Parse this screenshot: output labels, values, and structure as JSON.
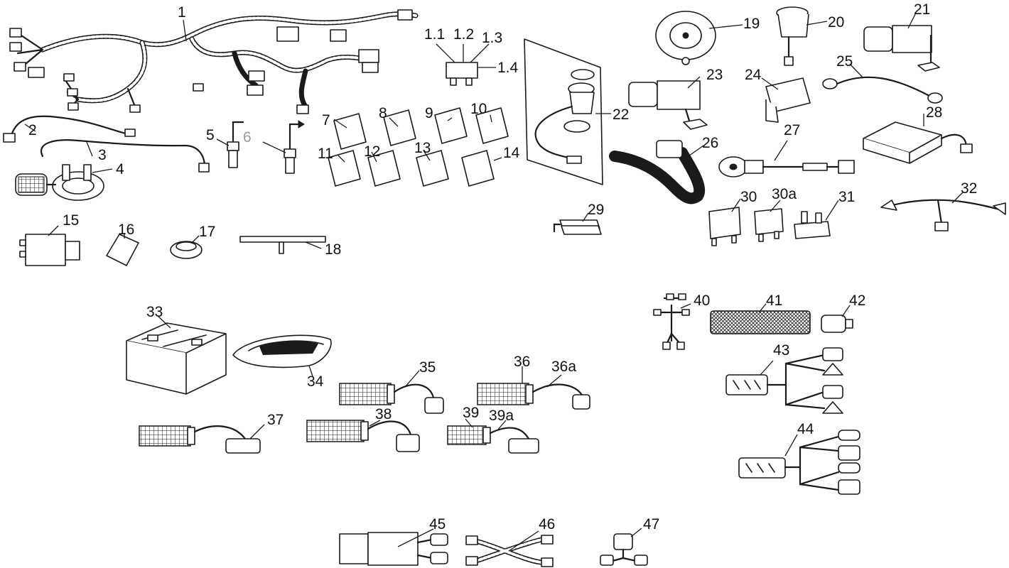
{
  "diagram": {
    "callouts": {
      "c1": "1",
      "c1_1": "1.1",
      "c1_2": "1.2",
      "c1_3": "1.3",
      "c1_4": "1.4",
      "c2": "2",
      "c3": "3",
      "c4": "4",
      "c5": "5",
      "c6": "6",
      "c7": "7",
      "c8": "8",
      "c9": "9",
      "c10": "10",
      "c11": "11",
      "c12": "12",
      "c13": "13",
      "c14": "14",
      "c15": "15",
      "c16": "16",
      "c17": "17",
      "c18": "18",
      "c19": "19",
      "c20": "20",
      "c21": "21",
      "c22": "22",
      "c23": "23",
      "c24": "24",
      "c25": "25",
      "c26": "26",
      "c27": "27",
      "c28": "28",
      "c29": "29",
      "c30": "30",
      "c30a": "30a",
      "c31": "31",
      "c32": "32",
      "c33": "33",
      "c34": "34",
      "c35": "35",
      "c36": "36",
      "c36a": "36a",
      "c37": "37",
      "c38": "38",
      "c39": "39",
      "c39a": "39a",
      "c40": "40",
      "c41": "41",
      "c42": "42",
      "c43": "43",
      "c44": "44",
      "c45": "45",
      "c46": "46",
      "c47": "47"
    },
    "colors": {
      "line": "#1a1a1a",
      "callout_muted": "#9a9a9a",
      "background": "#ffffff"
    }
  }
}
